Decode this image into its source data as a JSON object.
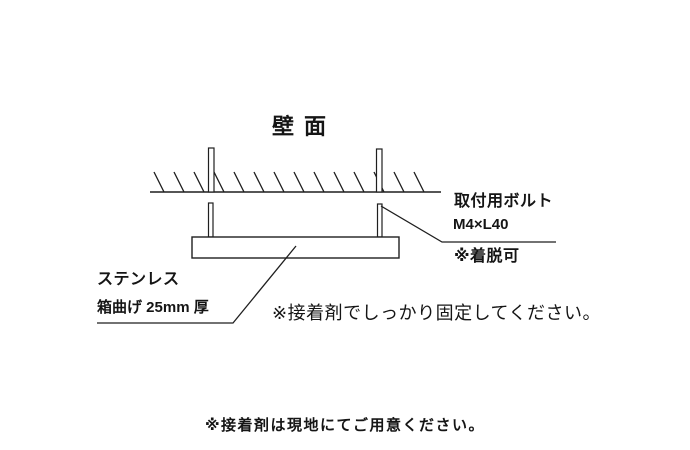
{
  "title": "壁 面",
  "bolt_label": {
    "line1": "取付用ボルト",
    "line2": "M4×L40",
    "note": "※着脱可"
  },
  "plate_label": {
    "line1": "ステンレス",
    "line2": "箱曲げ 25mm 厚"
  },
  "notes": {
    "main": "※接着剤でしっかり固定してください。",
    "footer": "※接着剤は現地にてご用意ください。"
  },
  "colors": {
    "line": "#1f1f1f",
    "text": "#151515",
    "background": "#ffffff"
  }
}
